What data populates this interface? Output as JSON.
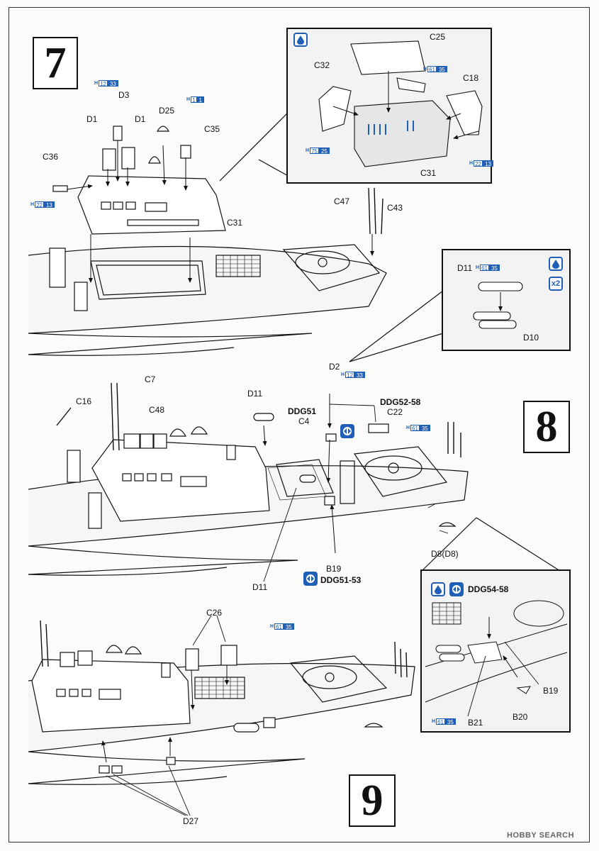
{
  "steps": {
    "s7": "7",
    "s8": "8",
    "s9": "9"
  },
  "chips": {
    "d3": {
      "h": "H",
      "a": "12",
      "b": "33"
    },
    "c35": {
      "h": "H",
      "a": "1",
      "b": "1"
    },
    "c36": {
      "h": "H",
      "a": "22",
      "b": "13"
    },
    "c25": {
      "h": "H",
      "a": "61",
      "b": "35"
    },
    "c31l": {
      "h": "H",
      "a": "75",
      "b": "25"
    },
    "c31r": {
      "h": "H",
      "a": "22",
      "b": "13"
    },
    "d11": {
      "h": "H",
      "a": "61",
      "b": "35"
    },
    "d2": {
      "h": "H",
      "a": "12",
      "b": "33"
    },
    "c22": {
      "h": "H",
      "a": "61",
      "b": "35"
    },
    "c26": {
      "h": "H",
      "a": "61",
      "b": "35"
    },
    "b21": {
      "h": "H",
      "a": "61",
      "b": "35"
    }
  },
  "labels": {
    "d3": "D3",
    "d1a": "D1",
    "d1b": "D1",
    "d25": "D25",
    "c35": "C35",
    "c36": "C36",
    "c31": "C31",
    "c47": "C47",
    "c43": "C43",
    "i7_c25": "C25",
    "i7_c32": "C32",
    "i7_c18": "C18",
    "i7_c31": "C31",
    "i8_d11": "D11",
    "i8_d10": "D10",
    "x2": "x2",
    "d2": "D2",
    "c7": "C7",
    "c48": "C48",
    "c16": "C16",
    "d11a": "D11",
    "ddg51": "DDG51",
    "c4": "C4",
    "ddg5258": "DDG52-58",
    "c22": "C22",
    "d8": "D8(D8)",
    "d11b": "D11",
    "b19": "B19",
    "ddg5153": "DDG51-53",
    "ddg5458": "DDG54-58",
    "i9_b19": "B19",
    "i9_b21": "B21",
    "i9_b20": "B20",
    "c26": "C26",
    "d27": "D27"
  },
  "watermark": "HOBBY SEARCH",
  "colors": {
    "ink": "#111111",
    "accent": "#1f5fb8",
    "inset_fill": "#f3f3f3"
  },
  "icons": [
    "cement-drop-icon",
    "alternate-option-icon",
    "quantity-x2-icon"
  ]
}
